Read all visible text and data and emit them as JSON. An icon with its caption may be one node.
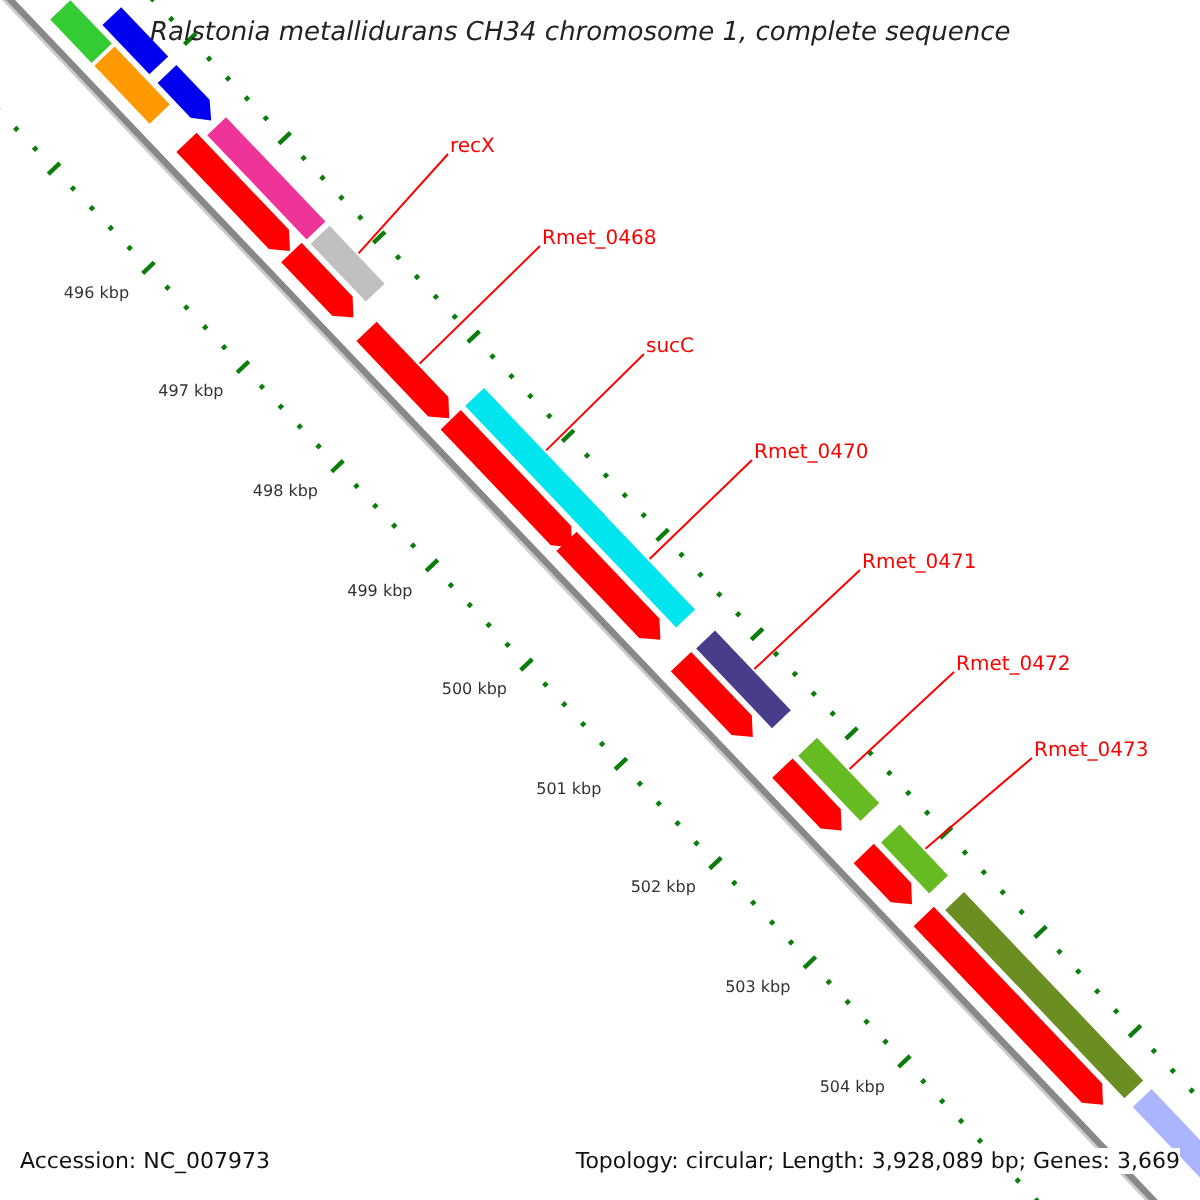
{
  "diagram": {
    "title": "Ralstonia metallidurans CH34 chromosome 1, complete sequence",
    "nodes": [
      {
        "text": [
          "recX"
        ]
      },
      {
        "text": [
          "Rmet_0468"
        ]
      },
      {
        "text": [
          "sucC"
        ]
      },
      {
        "text": [
          "Rmet_0470"
        ]
      },
      {
        "text": [
          "Rmet_0471"
        ]
      },
      {
        "text": [
          "Rmet_0472"
        ]
      },
      {
        "text": [
          "Rmet_0473"
        ]
      },
      {
        "text": [],
        "shape": "bar"
      },
      {
        "text": [],
        "shape": "arrow"
      },
      {
        "text": [],
        "shape": "bar"
      },
      {
        "text": [],
        "shape": "bar"
      },
      {
        "text": [],
        "shape": "bar"
      },
      {
        "text": [],
        "shape": "bar"
      },
      {
        "text": [],
        "shape": "bar"
      },
      {
        "text": [],
        "shape": "bar"
      },
      {
        "text": [],
        "shape": "arrow"
      },
      {
        "text": [],
        "shape": "bar"
      },
      {
        "text": [],
        "shape": "bar"
      },
      {
        "text": [],
        "shape": "bar"
      },
      {
        "text": [],
        "shape": "arrow"
      },
      {
        "text": [],
        "shape": "arrow"
      },
      {
        "text": [],
        "shape": "arrow"
      },
      {
        "text": [],
        "shape": "arrow"
      },
      {
        "text": [],
        "shape": "arrow"
      },
      {
        "text": [],
        "shape": "arrow"
      },
      {
        "text": [],
        "shape": "arrow"
      },
      {
        "text": [],
        "shape": "arrow"
      },
      {
        "text": [],
        "shape": "bar"
      },
      {
        "text": [],
        "shape": "bar"
      }
    ],
    "edges": [
      {
        "from": 0,
        "to": 7,
        "arrow": "none"
      },
      {
        "from": 1,
        "to": 8,
        "arrow": "none"
      },
      {
        "from": 2,
        "to": 9,
        "arrow": "none"
      },
      {
        "from": 3,
        "to": 10,
        "arrow": "none"
      },
      {
        "from": 4,
        "to": 11,
        "arrow": "none"
      },
      {
        "from": 5,
        "to": 12,
        "arrow": "none"
      },
      {
        "from": 6,
        "to": 13,
        "arrow": "none"
      }
    ],
    "labels": [
      "496 kbp",
      "497 kbp",
      "498 kbp",
      "499 kbp",
      "500 kbp",
      "501 kbp",
      "502 kbp",
      "503 kbp",
      "504 kbp",
      "Accession: NC_007973",
      "Topology: circular; Length: 3,928,089 bp; Genes: 3,669"
    ]
  }
}
